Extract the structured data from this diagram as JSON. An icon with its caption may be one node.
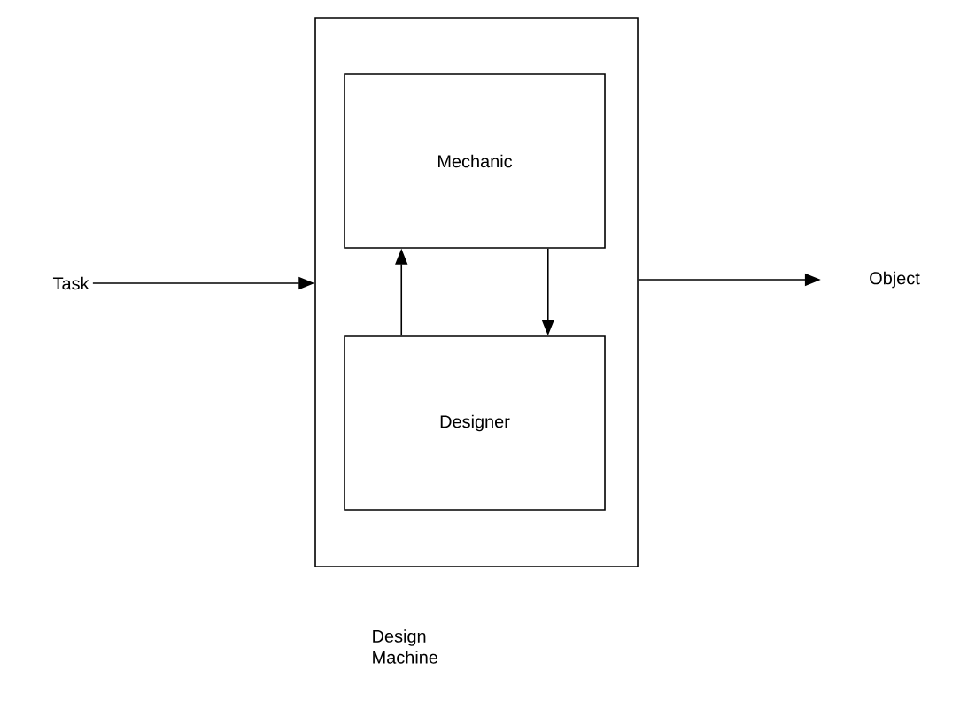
{
  "diagram": {
    "nodes": [
      {
        "text": [],
        "shape": "box",
        "beside": [
          "Design Machine"
        ]
      },
      {
        "text": [
          "Mechanic"
        ],
        "in": 0
      },
      {
        "text": [
          "Designer"
        ],
        "in": 0
      },
      {
        "text": [
          "Task"
        ]
      },
      {
        "text": [
          "Object"
        ]
      }
    ],
    "edges": [
      {
        "from": 3,
        "to": 0,
        "arrow": "to"
      },
      {
        "from": 0,
        "to": 4,
        "arrow": "to"
      },
      {
        "from": 2,
        "to": 1,
        "arrow": "to"
      },
      {
        "from": 1,
        "to": 2,
        "arrow": "to"
      }
    ]
  }
}
